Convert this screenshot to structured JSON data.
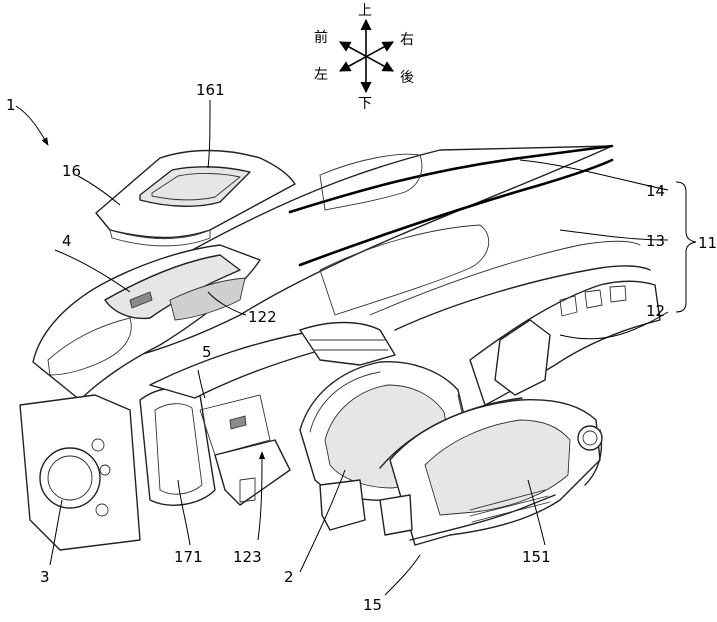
{
  "direction": {
    "up": "上",
    "down": "下",
    "front": "前",
    "rear": "後",
    "left": "左",
    "right": "右"
  },
  "labels": {
    "l1": "1",
    "l161": "161",
    "l16": "16",
    "l14": "14",
    "l13": "13",
    "l11": "11",
    "l4": "4",
    "l122": "122",
    "l12": "12",
    "l5": "5",
    "l3": "3",
    "l171": "171",
    "l123": "123",
    "l2": "2",
    "l151": "151",
    "l15": "15"
  }
}
